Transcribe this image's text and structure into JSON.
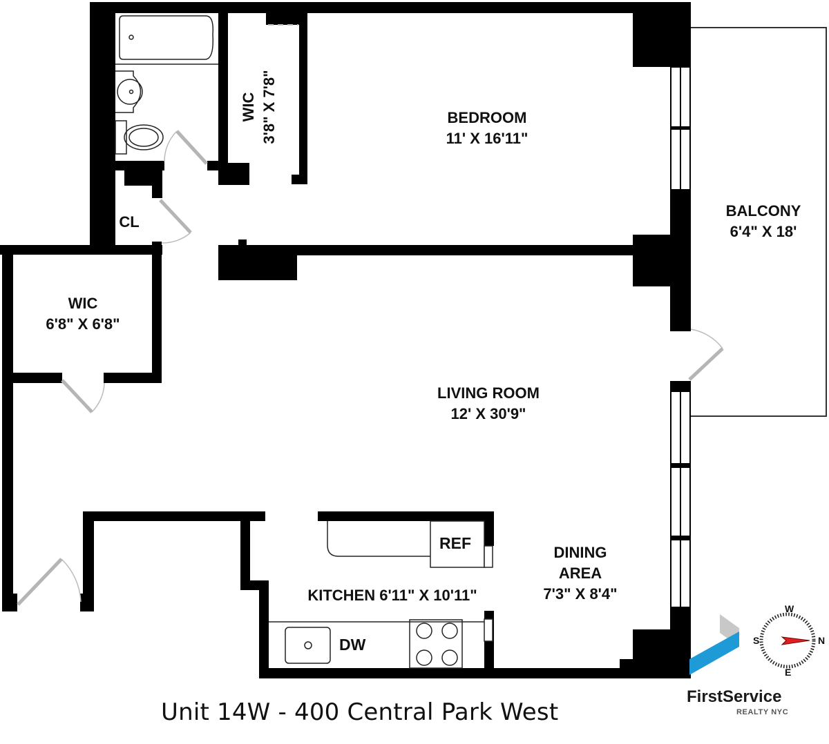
{
  "caption": "Unit 14W - 400 Central Park West",
  "rooms": {
    "bedroom": {
      "name": "BEDROOM",
      "dims": "11' X 16'11\""
    },
    "balcony": {
      "name": "BALCONY",
      "dims": "6'4\" X 18'"
    },
    "wic_bedroom": {
      "name": "WIC",
      "dims": "3'8\" X 7'8\""
    },
    "closet": {
      "name": "CL"
    },
    "wic_foyer": {
      "name": "WIC",
      "dims": "6'8\" X 6'8\""
    },
    "living_room": {
      "name": "LIVING ROOM",
      "dims": "12' X 30'9\""
    },
    "dining_area": {
      "name_line1": "DINING",
      "name_line2": "AREA",
      "dims": "7'3\" X 8'4\""
    },
    "kitchen": {
      "label": "KITCHEN 6'11\" X 10'11\""
    }
  },
  "fixtures": {
    "refrigerator": "REF",
    "dishwasher": "DW"
  },
  "compass": {
    "north": "N",
    "south": "S",
    "east": "E",
    "west": "W",
    "needle_color": "#e02020"
  },
  "brand": {
    "name": "FirstService",
    "sub": "REALTY NYC",
    "accent_blue": "#1e9ad6",
    "accent_gray": "#c8c8c8"
  }
}
